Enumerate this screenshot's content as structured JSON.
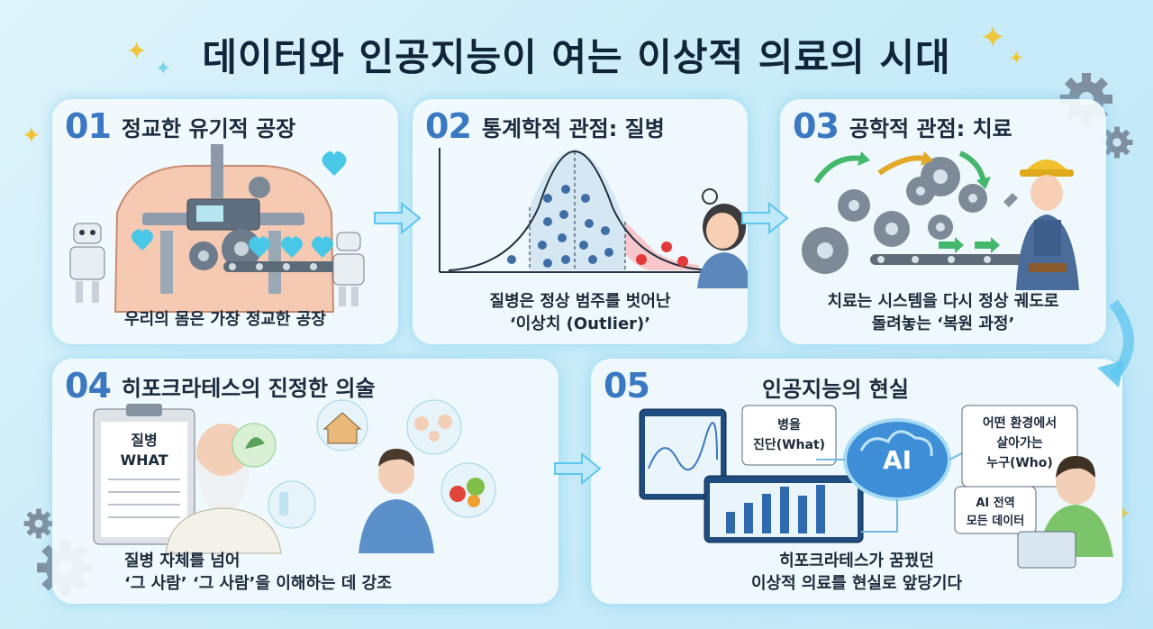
{
  "title": "데이터와 인공지능이 여는 이상적 의료의 시대",
  "panels": [
    {
      "num": "01",
      "heading": "정교한 유기적 공장",
      "caption": [
        "우리의 몸은 가장 정교한 공장"
      ]
    },
    {
      "num": "02",
      "heading": "통계학적 관점: 질병",
      "caption": [
        "질병은 정상 범주를 벗어난",
        "‘이상치 (Outlier)’"
      ]
    },
    {
      "num": "03",
      "heading": "공학적 관점: 치료",
      "caption": [
        "치료는 시스템을 다시 정상 궤도로",
        "돌려놓는 ‘복원 과정’"
      ]
    },
    {
      "num": "04",
      "heading": "히포크라테스의 진정한 의술",
      "caption": [
        "질병 자체를 넘어",
        "‘그 사람’ ‘그 사람’을 이해하는 데 강조"
      ],
      "clipboard": [
        "질병",
        "WHAT"
      ]
    },
    {
      "num": "05",
      "heading": "인공지능의 현실",
      "caption": [
        "히포크라테스가 꿈꿨던",
        "이상적 의료를 현실로 앞당기다"
      ],
      "ai_label": "AI",
      "box_what": [
        "병을",
        "진단(What)"
      ],
      "box_who": [
        "어떤 환경에서",
        "살아가는",
        "누구(Who)"
      ],
      "box_data": [
        "AI 전역",
        "모든 데이터"
      ]
    }
  ],
  "colors": {
    "accent_number": "#3a78c2",
    "outlier": "#e23a3a",
    "sparkle": "#f0c53a",
    "arrow": "#5cc6ee"
  }
}
